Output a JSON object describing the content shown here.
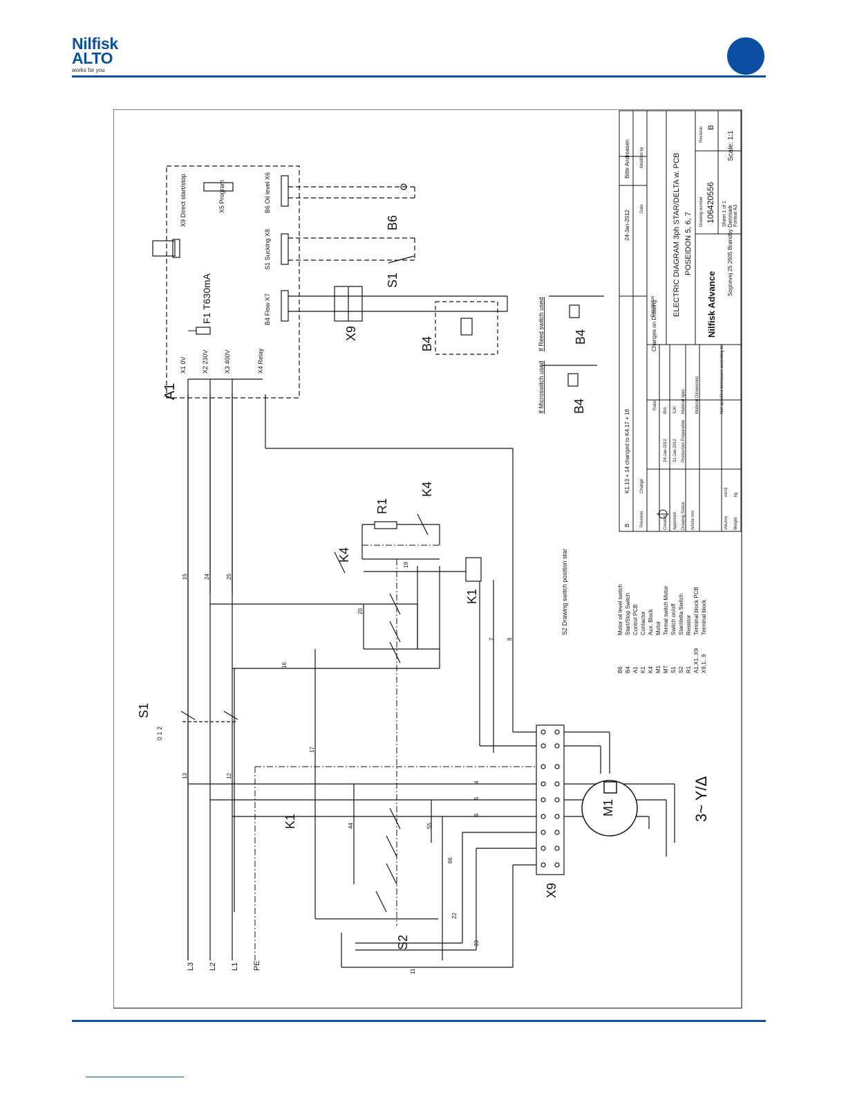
{
  "header": {
    "brand_line1": "Nilfisk",
    "brand_line2": "ALTO",
    "tagline": "works for you"
  },
  "labels": {
    "L3": "L3",
    "L2": "L2",
    "L1": "L1",
    "PE": "PE",
    "A1": "A1",
    "B4": "B4",
    "B6": "B6",
    "S1": "S1",
    "S2": "S2",
    "K1": "K1",
    "K4": "K4",
    "R1": "R1",
    "X9": "X9",
    "M1": "M1",
    "F1": "F1 T630mA",
    "X1": "X1  0V",
    "X2": "X2  230V",
    "X3": "X3  400V",
    "X4": "X4  Relay",
    "X9_direct": "X9 Direct start/stop",
    "X5": "X5 Program",
    "X6": "B6 Oil level X6",
    "X8": "S1 Sucking X8",
    "X7": "B4 Flow X7",
    "reed": "If Reed switch used",
    "micro": "If Microswitch used",
    "motor_sym": "3~ Y/Δ",
    "s2_note": "S2   Drawing switch position star",
    "s1_pos": "0 1 2",
    "wire_15": "15",
    "wire_24": "24",
    "wire_25": "25",
    "wire_16": "16",
    "wire_17": "17",
    "wire_19": "19",
    "wire_20": "20",
    "wire_7": "7",
    "wire_8": "8",
    "wire_4": "4",
    "wire_5": "5",
    "wire_6": "6",
    "wire_11": "11",
    "wire_12": "12",
    "wire_13": "13",
    "wire_22": "22",
    "wire_33": "33",
    "wire_44": "44",
    "wire_55": "55",
    "wire_66": "66"
  },
  "legend": [
    {
      "code": "B6",
      "desc": "Motor oil level switch"
    },
    {
      "code": "B4",
      "desc": "Start/Stop Switch"
    },
    {
      "code": "A1",
      "desc": "Control PCB"
    },
    {
      "code": "K1",
      "desc": "Contactor"
    },
    {
      "code": "K4",
      "desc": "Aux. Block"
    },
    {
      "code": "M1",
      "desc": "Motor"
    },
    {
      "code": "MT",
      "desc": "Termal switch Motor"
    },
    {
      "code": "S1",
      "desc": "Switch on/off"
    },
    {
      "code": "S2",
      "desc": "Star/delta Switch"
    },
    {
      "code": "R1",
      "desc": "Resistor"
    },
    {
      "code": "A1,X1..X9",
      "desc": "Terminal block PCB"
    },
    {
      "code": "X9,1...9",
      "desc": "Terminal block"
    }
  ],
  "title_block": {
    "revision_row": {
      "rev": "B",
      "change": "K1.13 + 14 changed to K4.17 + 18",
      "date": "24-Jan-2012",
      "name": "Bitte Andreasen"
    },
    "rev_header": "Revision",
    "change_header": "Change",
    "date_header": "Date",
    "modified_header": "Modified by",
    "changes_on_drawing": "Changes on Drawing",
    "description_label": "Description",
    "title": "ELECTRIC DIAGRAM 3ph STAR/DELTA w. PCB",
    "subtitle": "POSEIDON 5, 6, 7",
    "company": "Nilfisk Advance",
    "address": "Sognevej 25  2605 Brøndby  Denmark",
    "drawing_number_label": "Drawing number",
    "drawing_number": "106420556",
    "revision_label": "Revision",
    "revision": "B",
    "sheet": "Sheet 1 of 1",
    "format": "Format A3",
    "scale": "Scale: 1:1",
    "created": "Created",
    "created_date": "24-Jan-2012",
    "created_by": "BIA",
    "approved": "Approved",
    "approved_date": "31-Jan-2012",
    "approved_by": "SJK",
    "drawing_status": "Drawing Status",
    "status_value": "Production Preparation",
    "article_label": "Article mm",
    "material_spec": "Material spec",
    "material_dims": "Material Dimensions",
    "volume": "Volume",
    "volume_unit": "mm3",
    "weight": "Weight",
    "weight_unit": "kg",
    "tolerances": "Not specified tolerances according to:",
    "ratio": "Ratio"
  }
}
